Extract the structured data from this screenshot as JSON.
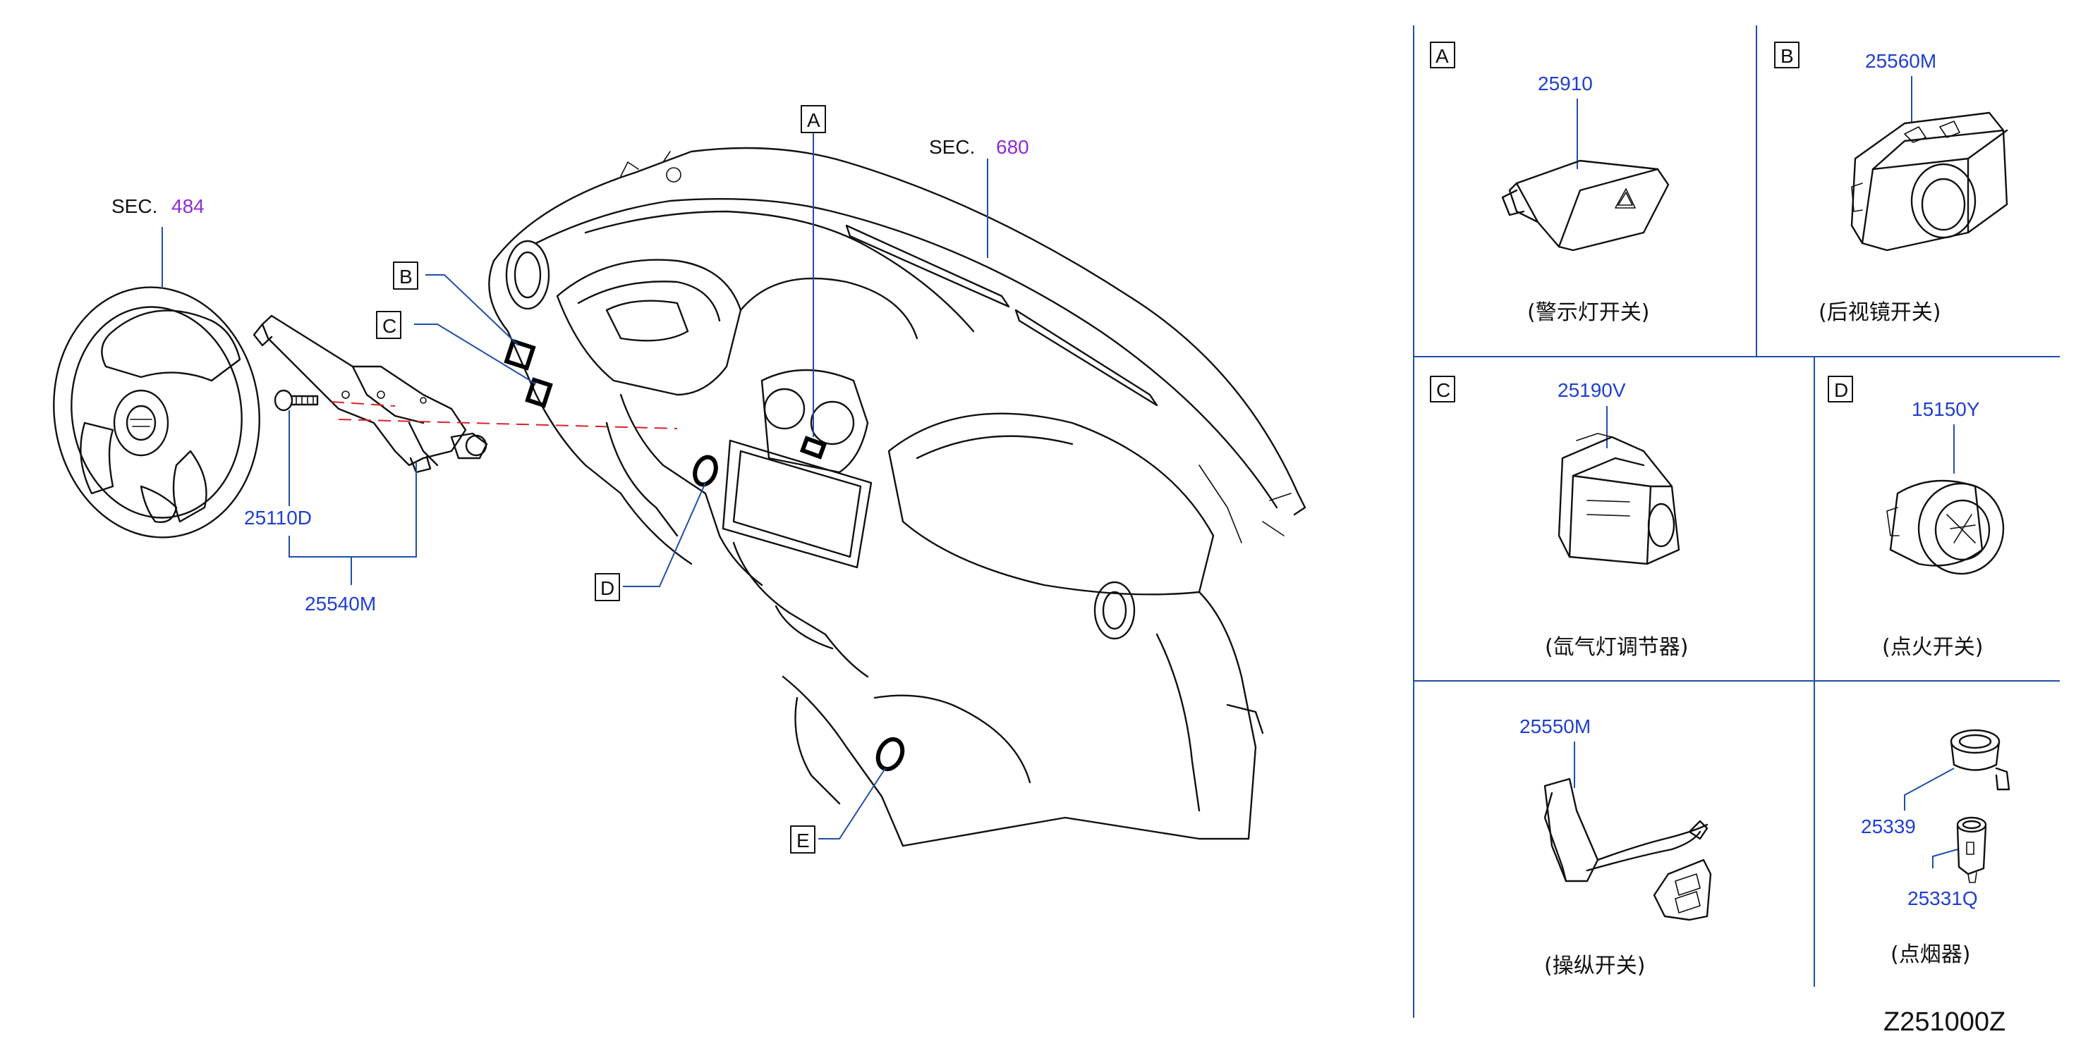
{
  "steering": {
    "sec_label": "SEC.",
    "sec_no": "484",
    "part_switch": "25540M",
    "part_screw": "25110D"
  },
  "dash": {
    "sec_label": "SEC.",
    "sec_no": "680",
    "callouts": [
      "A",
      "B",
      "C",
      "D",
      "E"
    ]
  },
  "panels": [
    {
      "letter": "A",
      "part": "25910",
      "caption": "(警示灯开关)"
    },
    {
      "letter": "B",
      "part": "25560M",
      "caption": "(后视镜开关)"
    },
    {
      "letter": "C",
      "part": "25190V",
      "caption": "(氙气灯调节器)"
    },
    {
      "letter": "D",
      "part": "15150Y",
      "caption": "(点火开关)"
    },
    {
      "part": "25550M",
      "caption": "(操纵开关)"
    },
    {
      "part_a": "25339",
      "part_b": "25331Q",
      "caption": "(点烟器)"
    }
  ],
  "diagram_code": "Z251000Z"
}
